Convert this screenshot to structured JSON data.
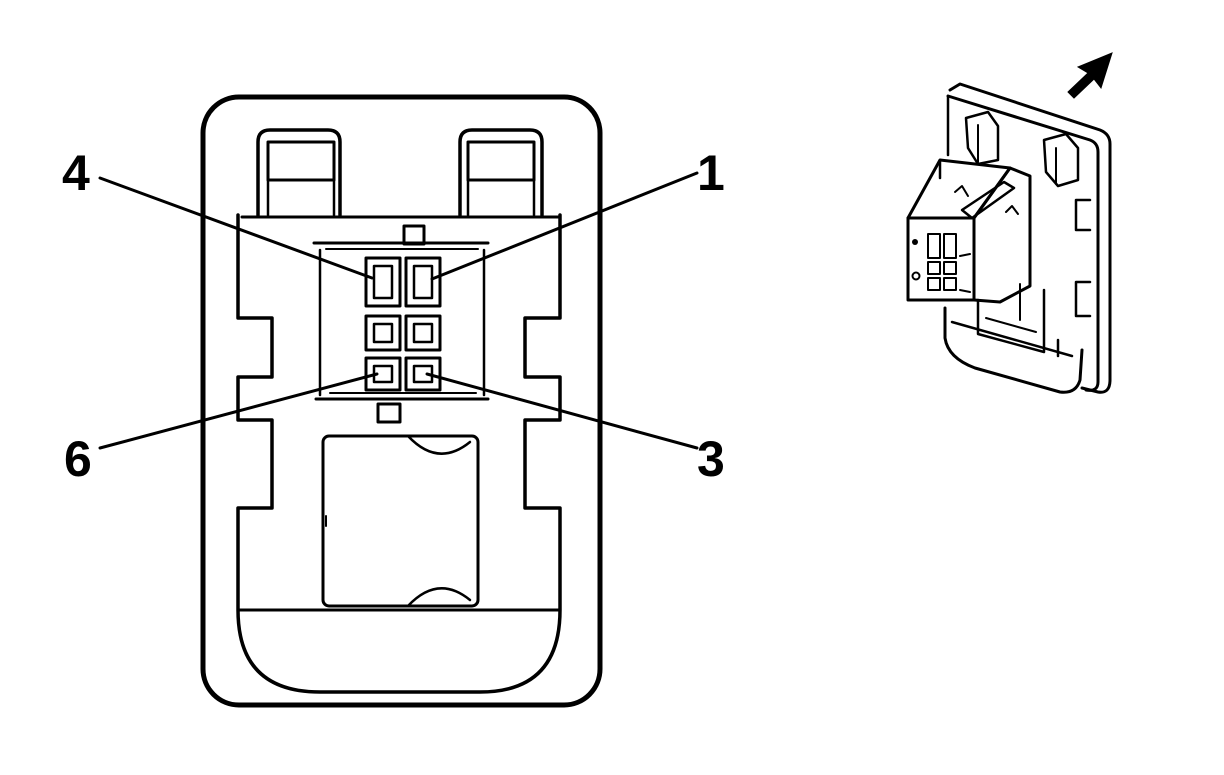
{
  "diagram": {
    "type": "electrical-connector-pinout",
    "callouts": [
      {
        "id": "pin-4",
        "label": "4"
      },
      {
        "id": "pin-1",
        "label": "1"
      },
      {
        "id": "pin-6",
        "label": "6"
      },
      {
        "id": "pin-3",
        "label": "3"
      }
    ],
    "inset_icon": "arrow-direction-icon",
    "colors": {
      "stroke": "#000000",
      "background": "#ffffff"
    }
  }
}
